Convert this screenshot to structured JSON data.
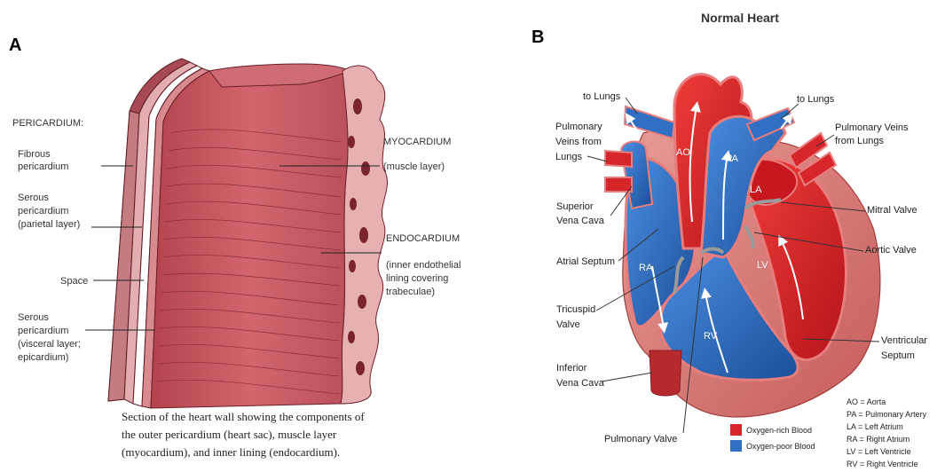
{
  "panel_a": {
    "letter": "A",
    "heading": "PERICARDIUM:",
    "labels": {
      "fibrous_1": "Fibrous",
      "fibrous_2": "pericardium",
      "serous_parietal_1": "Serous",
      "serous_parietal_2": "pericardium",
      "serous_parietal_3": "(parietal layer)",
      "space": "Space",
      "serous_visceral_1": "Serous",
      "serous_visceral_2": "pericardium",
      "serous_visceral_3": "(visceral layer;",
      "serous_visceral_4": "epicardium)",
      "myocardium_title": "MYOCARDIUM",
      "myocardium_sub": "(muscle layer)",
      "endocardium_title": "ENDOCARDIUM",
      "endocardium_sub_1": "(inner endothelial",
      "endocardium_sub_2": "lining covering",
      "endocardium_sub_3": "trabeculae)"
    },
    "caption": [
      "Section of the heart wall showing the components of",
      "the outer pericardium (heart sac), muscle layer",
      "(myocardium), and inner lining (endocardium)."
    ],
    "colors": {
      "muscle": "#c9585f",
      "muscle_dark": "#8e2a33",
      "muscle_light": "#e6a3a3"
    }
  },
  "panel_b": {
    "letter": "B",
    "title": "Normal Heart",
    "labels": {
      "to_lungs_left": "to Lungs",
      "to_lungs_right": "to Lungs",
      "pv_left_1": "Pulmonary",
      "pv_left_2": "Veins from",
      "pv_left_3": "Lungs",
      "pv_right_1": "Pulmonary Veins",
      "pv_right_2": "from Lungs",
      "svc_1": "Superior",
      "svc_2": "Vena Cava",
      "atrial_septum": "Atrial Septum",
      "tricuspid_1": "Tricuspid",
      "tricuspid_2": "Valve",
      "ivc_1": "Inferior",
      "ivc_2": "Vena Cava",
      "pulmonary_valve": "Pulmonary Valve",
      "mitral_valve": "Mitral Valve",
      "aortic_valve": "Aortic Valve",
      "vent_septum_1": "Ventricular",
      "vent_septum_2": "Septum",
      "ao": "AO",
      "pa": "PA",
      "la": "LA",
      "ra": "RA",
      "lv": "LV",
      "rv": "RV"
    },
    "legend": {
      "oxygen_rich": "Oxygen-rich Blood",
      "oxygen_poor": "Oxygen-poor Blood"
    },
    "abbreviations": [
      "AO = Aorta",
      "PA = Pulmonary Artery",
      "LA = Left Atrium",
      "RA = Right Atrium",
      "LV = Left Ventricle",
      "RV = Right Ventricle"
    ],
    "colors": {
      "oxygen_rich": "#d7262b",
      "oxygen_poor": "#2f6fc4",
      "wall": "#c55a5a",
      "valve": "#9a9a9a"
    }
  }
}
